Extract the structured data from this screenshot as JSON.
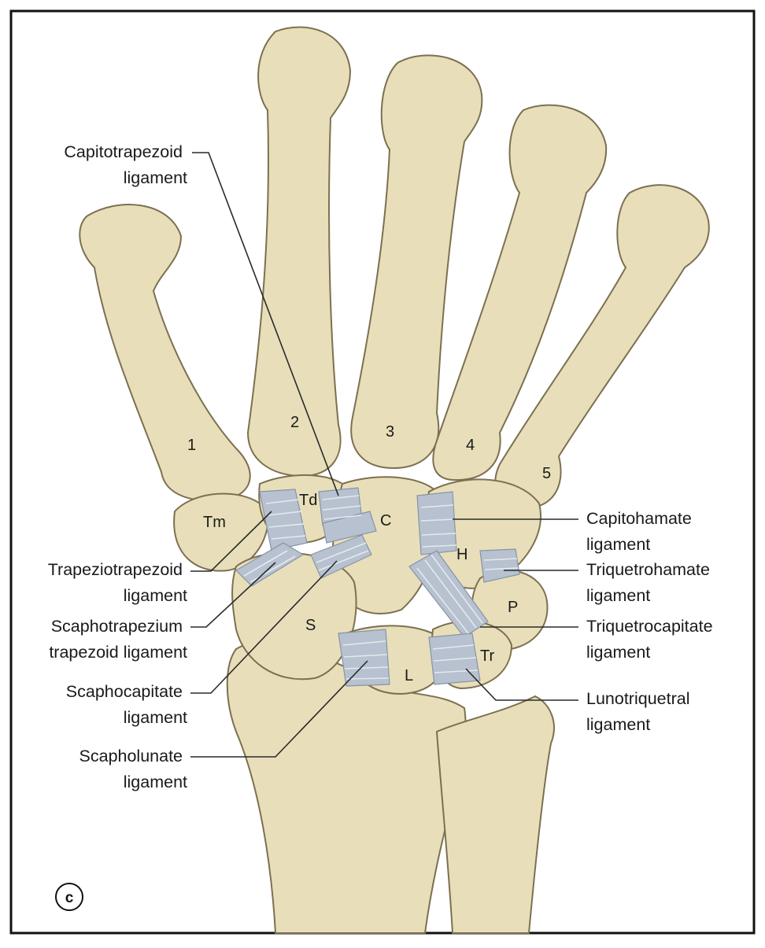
{
  "panel_letter": "c",
  "bone_labels": {
    "m1": "1",
    "m2": "2",
    "m3": "3",
    "m4": "4",
    "m5": "5",
    "trapezoid": "Td",
    "trapezium": "Tm",
    "capitate": "C",
    "hamate": "H",
    "pisiform": "P",
    "scaphoid": "S",
    "lunate": "L",
    "triquetrum": "Tr"
  },
  "callouts_left": [
    {
      "id": "capitotrapezoid",
      "lines": [
        "Capitotrapezoid",
        "ligament"
      ]
    },
    {
      "id": "trapeziotrapezoid",
      "lines": [
        "Trapeziotrapezoid",
        "ligament"
      ]
    },
    {
      "id": "scaphotrapezium",
      "lines": [
        "Scaphotrapezium",
        "trapezoid ligament"
      ]
    },
    {
      "id": "scaphocapitate",
      "lines": [
        "Scaphocapitate",
        "ligament"
      ]
    },
    {
      "id": "scapholunate",
      "lines": [
        "Scapholunate",
        "ligament"
      ]
    }
  ],
  "callouts_right": [
    {
      "id": "capitohamate",
      "lines": [
        "Capitohamate",
        "ligament"
      ]
    },
    {
      "id": "triquetrohamate",
      "lines": [
        "Triquetrohamate",
        "ligament"
      ]
    },
    {
      "id": "triquetrocapitate",
      "lines": [
        "Triquetrocapitate",
        "ligament"
      ]
    },
    {
      "id": "lunotriquetral",
      "lines": [
        "Lunotriquetral",
        "ligament"
      ]
    }
  ],
  "colors": {
    "bone": "#e8dfba",
    "ligament": "#b7c1cf",
    "frame": "#111111"
  }
}
